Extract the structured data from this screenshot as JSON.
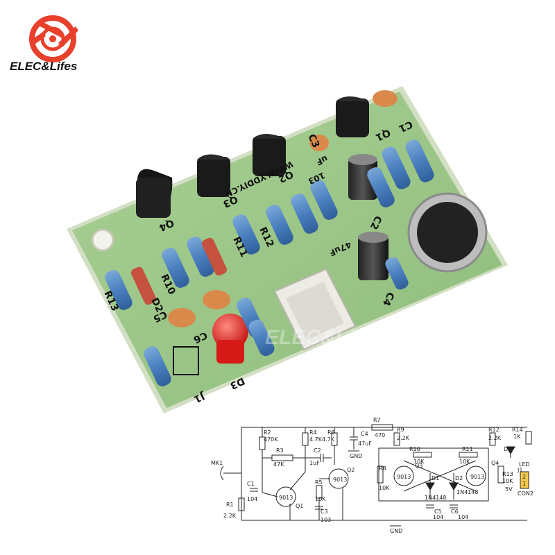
{
  "brand": {
    "name": "ELEC&Lifes",
    "watermark": "ELEC&Lifes"
  },
  "colors": {
    "pcb_green": "#9dc78a",
    "pcb_edge": "#c9d9b5",
    "brand_red": "#e8402a",
    "led_red": "#e0201e",
    "capacitor_orange": "#d98a4a",
    "transistor_black": "#151515"
  },
  "board_silkscreen": {
    "transistors": [
      "Q1",
      "Q2",
      "Q3",
      "Q4"
    ],
    "capacitors": [
      "C1",
      "C2",
      "C3",
      "C4",
      "C5",
      "C6"
    ],
    "resistors": [
      "R10",
      "R11",
      "R12",
      "R13"
    ],
    "diodes": [
      "D2",
      "D3"
    ],
    "connector": "J1",
    "url": "WWW.YDDIY.CN",
    "cap_value": "103",
    "cap_value_2": "47uF",
    "cap_value_3": "uF"
  },
  "schematic": {
    "labels": {
      "mk1": "MK1",
      "r1": "R1",
      "r1_val": "2.2K",
      "r2": "R2",
      "r2_val": "470K",
      "r3": "R3",
      "r3_val": "47K",
      "r4": "R4",
      "r4_val": "4.7K",
      "r5": "R5",
      "r5_val": "10K",
      "r6": "R6",
      "r6_val": "4.7K",
      "r7": "R7",
      "r7_val": "470",
      "r8": "R8",
      "r8_val": "10K",
      "r9": "R9",
      "r9_val": "2.2K",
      "r10": "R10",
      "r10_val": "10K",
      "r11": "R11",
      "r11_val": "10K",
      "r12": "R12",
      "r12_val": "2.2K",
      "r13": "R13",
      "r13_val": "10K",
      "r14": "R14",
      "r14_val": "1K",
      "c1": "C1",
      "c1_val": "104",
      "c2": "C2",
      "c2_val": "1uF",
      "c3": "C3",
      "c3_val": "103",
      "c4": "C4",
      "c4_val": "47uF",
      "c5": "C5",
      "c5_val": "104",
      "c6": "C6",
      "c6_val": "104",
      "q1": "Q1",
      "q2": "Q2",
      "q3": "Q3",
      "q4": "Q4",
      "t9013": "9013",
      "d1": "D1",
      "d2": "D2",
      "d3": "D3",
      "in4148": "1N4148",
      "led": "LED",
      "j1": "J1",
      "con2": "CON2",
      "v5": "5V",
      "pin2": "2",
      "pin1": "1",
      "gnd": "GND"
    }
  }
}
